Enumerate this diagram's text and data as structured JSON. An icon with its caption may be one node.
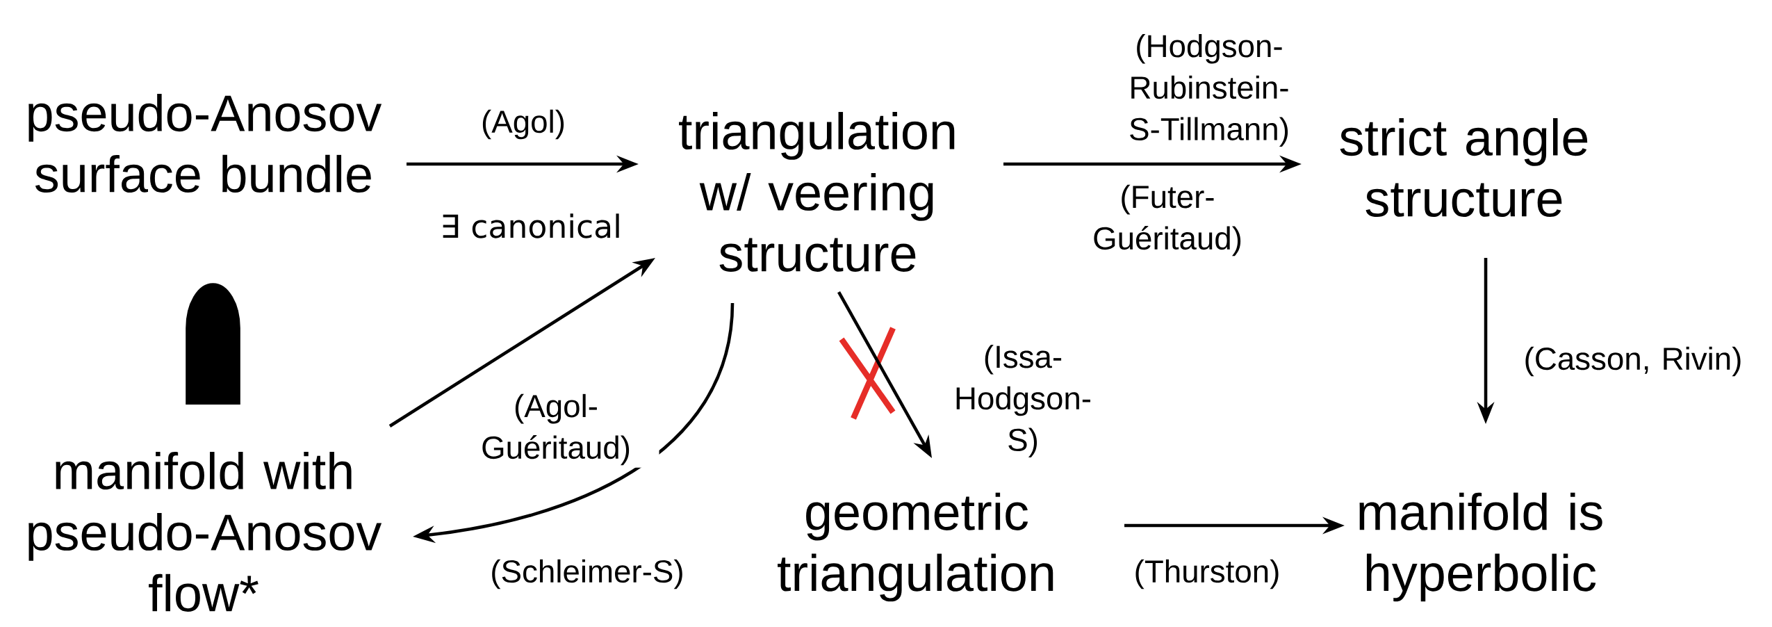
{
  "diagram": {
    "nodes": [
      {
        "text": [
          "pseudo-Anosov surface bundle"
        ]
      },
      {
        "text": [
          "triangulation w/ veering structure"
        ]
      },
      {
        "text": [
          "strict angle structure"
        ]
      },
      {
        "text": [
          "manifold with pseudo-Anosov flow*"
        ]
      },
      {
        "text": [
          "geometric triangulation"
        ]
      },
      {
        "text": [
          "manifold is hyperbolic"
        ]
      }
    ],
    "edges": [
      {
        "from": 0,
        "to": 1,
        "arrow": "to",
        "label": "(Agol)"
      },
      {
        "from": 1,
        "to": 2,
        "arrow": "to",
        "label": "(Hodgson-Rubinstein-S-Tillmann)"
      },
      {
        "from": 3,
        "to": 1,
        "arrow": "to",
        "label": "(Agol-Guéritaud)"
      },
      {
        "from": 1,
        "to": 3,
        "arrow": "to",
        "label": "(Schleimer-S)"
      },
      {
        "from": 1,
        "to": 4,
        "arrow": "to",
        "label": "(Issa-Hodgson-S)"
      },
      {
        "from": 2,
        "to": 5,
        "arrow": "to",
        "label": "(Casson, Rivin)"
      },
      {
        "from": 4,
        "to": 5,
        "arrow": "to",
        "label": "(Thurston)"
      }
    ],
    "labels": [
      "∃ canonical",
      "(Futer-Guéritaud)"
    ]
  }
}
